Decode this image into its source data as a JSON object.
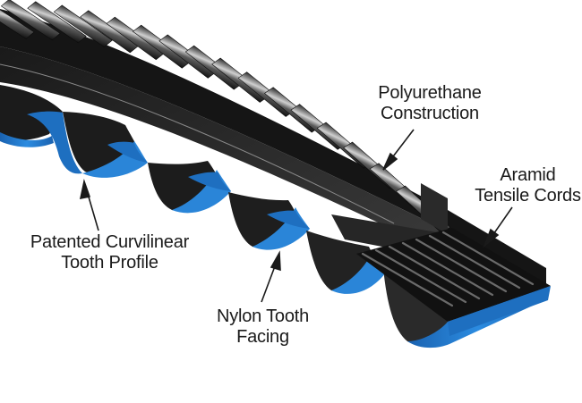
{
  "diagram": {
    "subject": "timing-belt",
    "colors": {
      "belt_body": "#1c1c1c",
      "belt_highlight": "#bfbfbf",
      "tooth_facing": "#1e6fc0",
      "tooth_facing_light": "#2f8fe0",
      "label_text": "#1a1a1a",
      "background": "#ffffff"
    },
    "callouts": [
      {
        "id": "polyurethane",
        "lines": [
          "Polyurethane",
          "Construction"
        ]
      },
      {
        "id": "aramid",
        "lines": [
          "Aramid",
          "Tensile Cords"
        ]
      },
      {
        "id": "tooth-profile",
        "lines": [
          "Patented Curvilinear",
          "Tooth Profile"
        ]
      },
      {
        "id": "nylon",
        "lines": [
          "Nylon Tooth",
          "Facing"
        ]
      }
    ]
  }
}
